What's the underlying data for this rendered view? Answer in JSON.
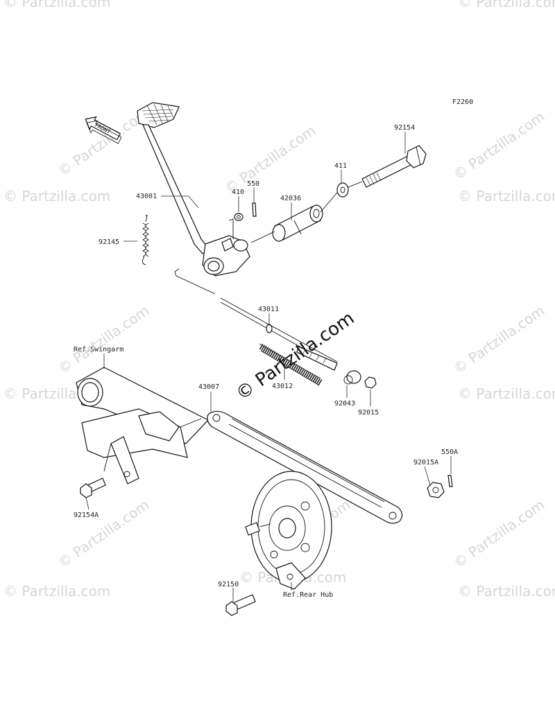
{
  "diagram_code": "F2260",
  "front_arrow_label": "FRONT",
  "parts": {
    "p43001": "43001",
    "p92145": "92145",
    "p410": "410",
    "p550": "550",
    "p42036": "42036",
    "p411": "411",
    "p92154": "92154",
    "p43011": "43011",
    "p43012": "43012",
    "p92043": "92043",
    "p92015": "92015",
    "p43007": "43007",
    "p92015A": "92015A",
    "p550A": "550A",
    "p92154A": "92154A",
    "p92150": "92150"
  },
  "refs": {
    "swingarm": "Ref.Swingarm",
    "rear_hub": "Ref.Rear Hub"
  },
  "watermarks": {
    "side": "© Partzilla.com",
    "center_line1": "© Partzilla.com"
  }
}
